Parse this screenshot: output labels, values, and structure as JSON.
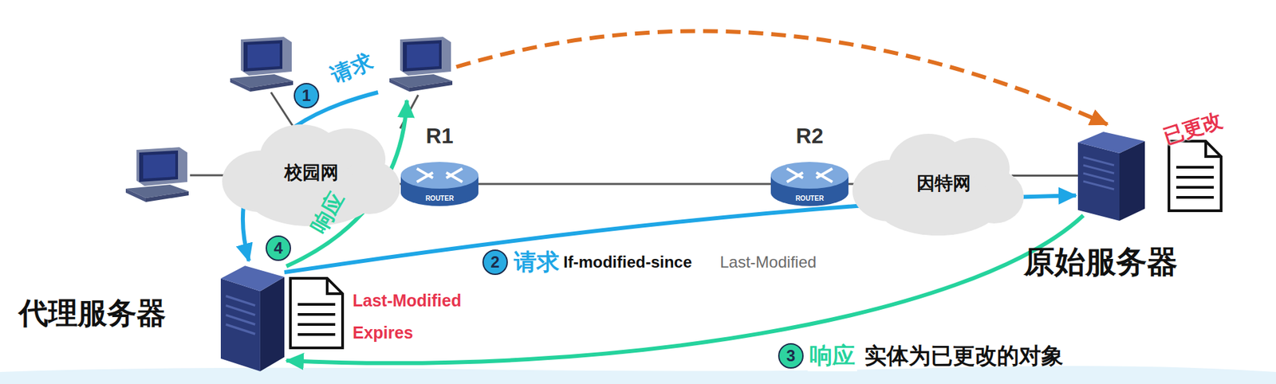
{
  "diagram": {
    "nodes": [
      {
        "text": [
          "校园网"
        ]
      },
      {
        "text": [
          "R1",
          "ROUTER"
        ]
      },
      {
        "text": [
          "R2",
          "ROUTER"
        ]
      },
      {
        "text": [
          "因特网"
        ]
      },
      {
        "text": [
          "原始服务器"
        ]
      },
      {
        "text": [
          "已更改"
        ]
      },
      {
        "text": [
          "代理服务器"
        ]
      },
      {
        "text": [
          "Last-Modified",
          "Expires"
        ]
      }
    ],
    "edges": [
      {
        "from": 0,
        "to": 1,
        "arrow": "none"
      },
      {
        "from": 1,
        "to": 2,
        "arrow": "none"
      },
      {
        "from": 2,
        "to": 3,
        "arrow": "none"
      },
      {
        "from": 3,
        "to": 4,
        "arrow": "none"
      },
      {
        "from": 6,
        "to": 4,
        "arrow": "to",
        "label": "请求"
      },
      {
        "from": 4,
        "to": 6,
        "arrow": "to",
        "label": "响应"
      }
    ],
    "labels": [
      "1",
      "请求",
      "4",
      "响应",
      "2",
      "If-modified-since",
      "Last-Modified",
      "3",
      "实体为已更改的对象"
    ]
  }
}
